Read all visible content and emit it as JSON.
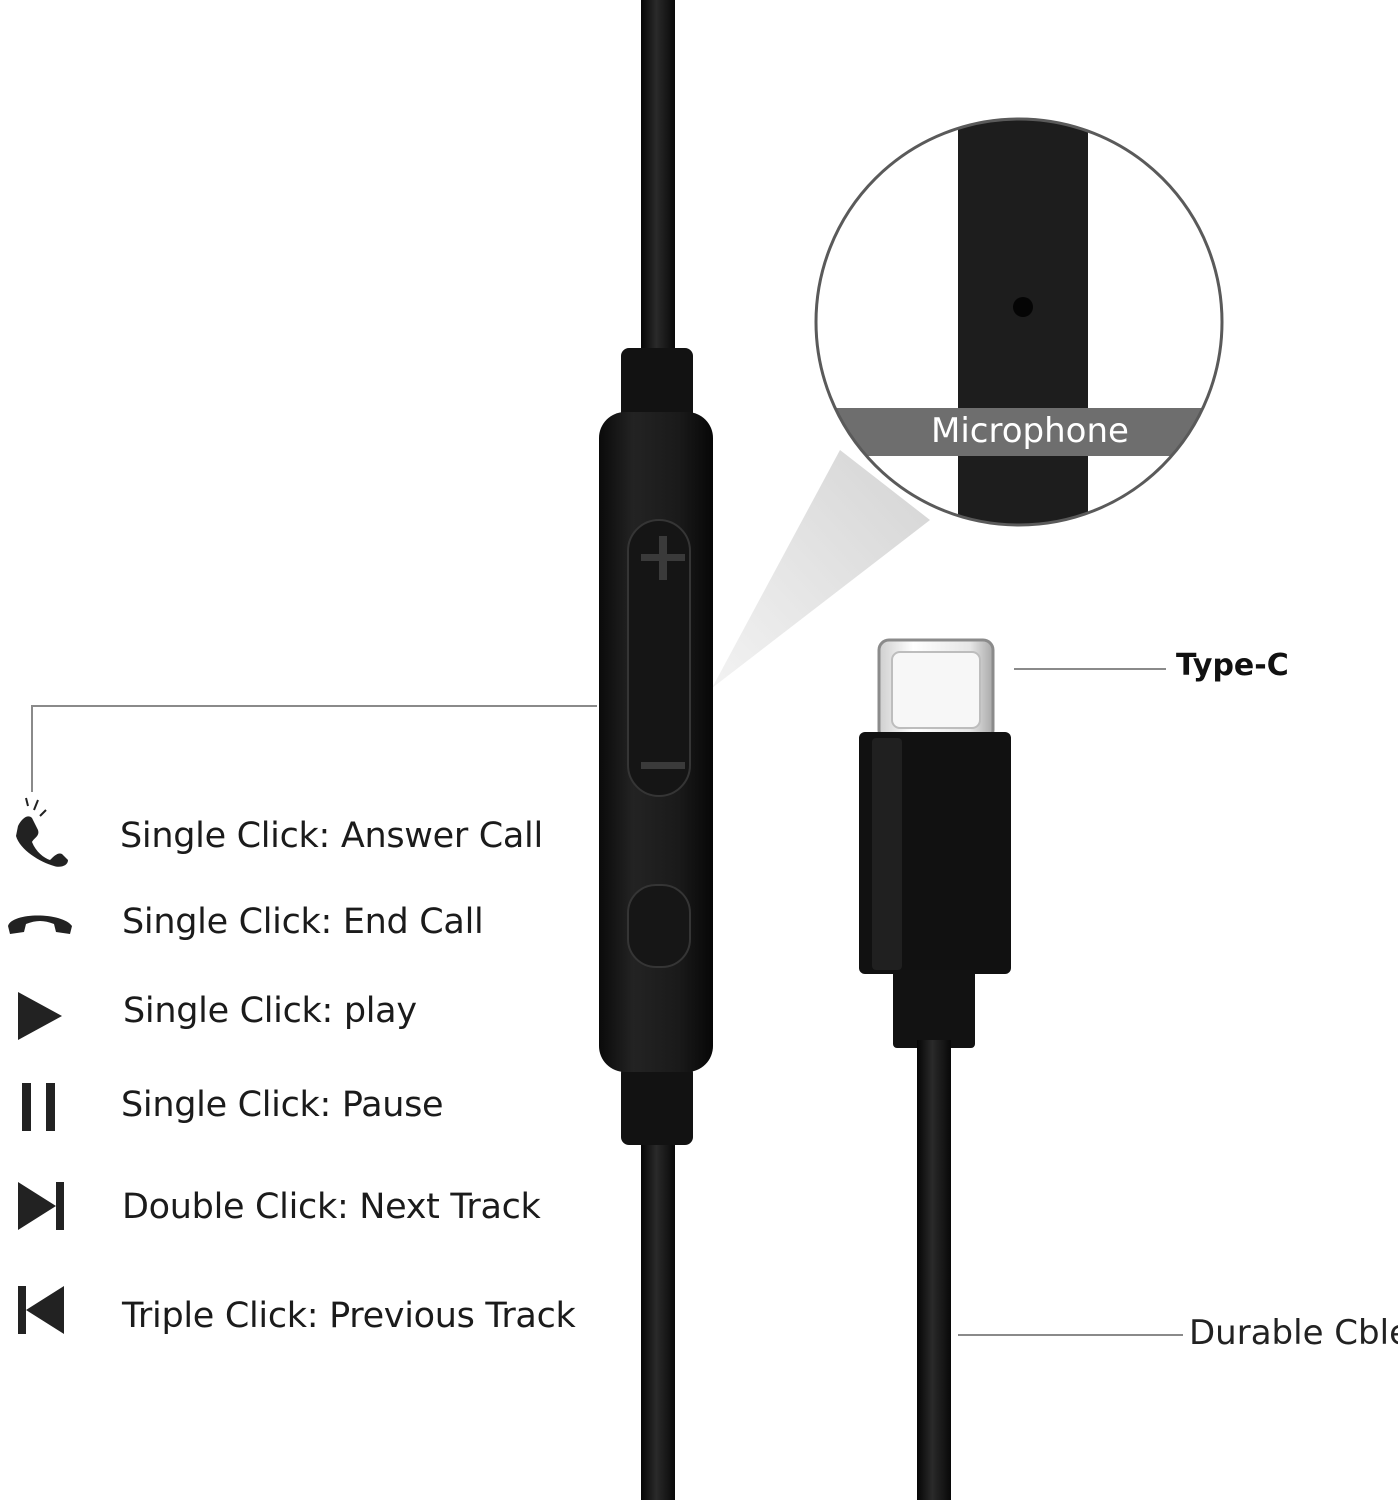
{
  "callouts": {
    "microphone": "Microphone",
    "type_c": "Type-C",
    "durable_cable": "Durable Cble"
  },
  "controls": [
    {
      "icon": "answer-call-icon",
      "text": "Single Click: Answer Call"
    },
    {
      "icon": "end-call-icon",
      "text": "Single Click: End Call"
    },
    {
      "icon": "play-icon",
      "text": "Single Click: play"
    },
    {
      "icon": "pause-icon",
      "text": "Single Click: Pause"
    },
    {
      "icon": "next-track-icon",
      "text": "Double Click: Next Track"
    },
    {
      "icon": "previous-track-icon",
      "text": "Triple Click: Previous Track"
    }
  ],
  "remote_buttons": {
    "volume_up_symbol": "+",
    "volume_down_symbol": "−"
  },
  "colors": {
    "background": "#ffffff",
    "product_black": "#121212",
    "callout_line": "#8a8a8a",
    "microphone_band": "#6e6e6e"
  }
}
